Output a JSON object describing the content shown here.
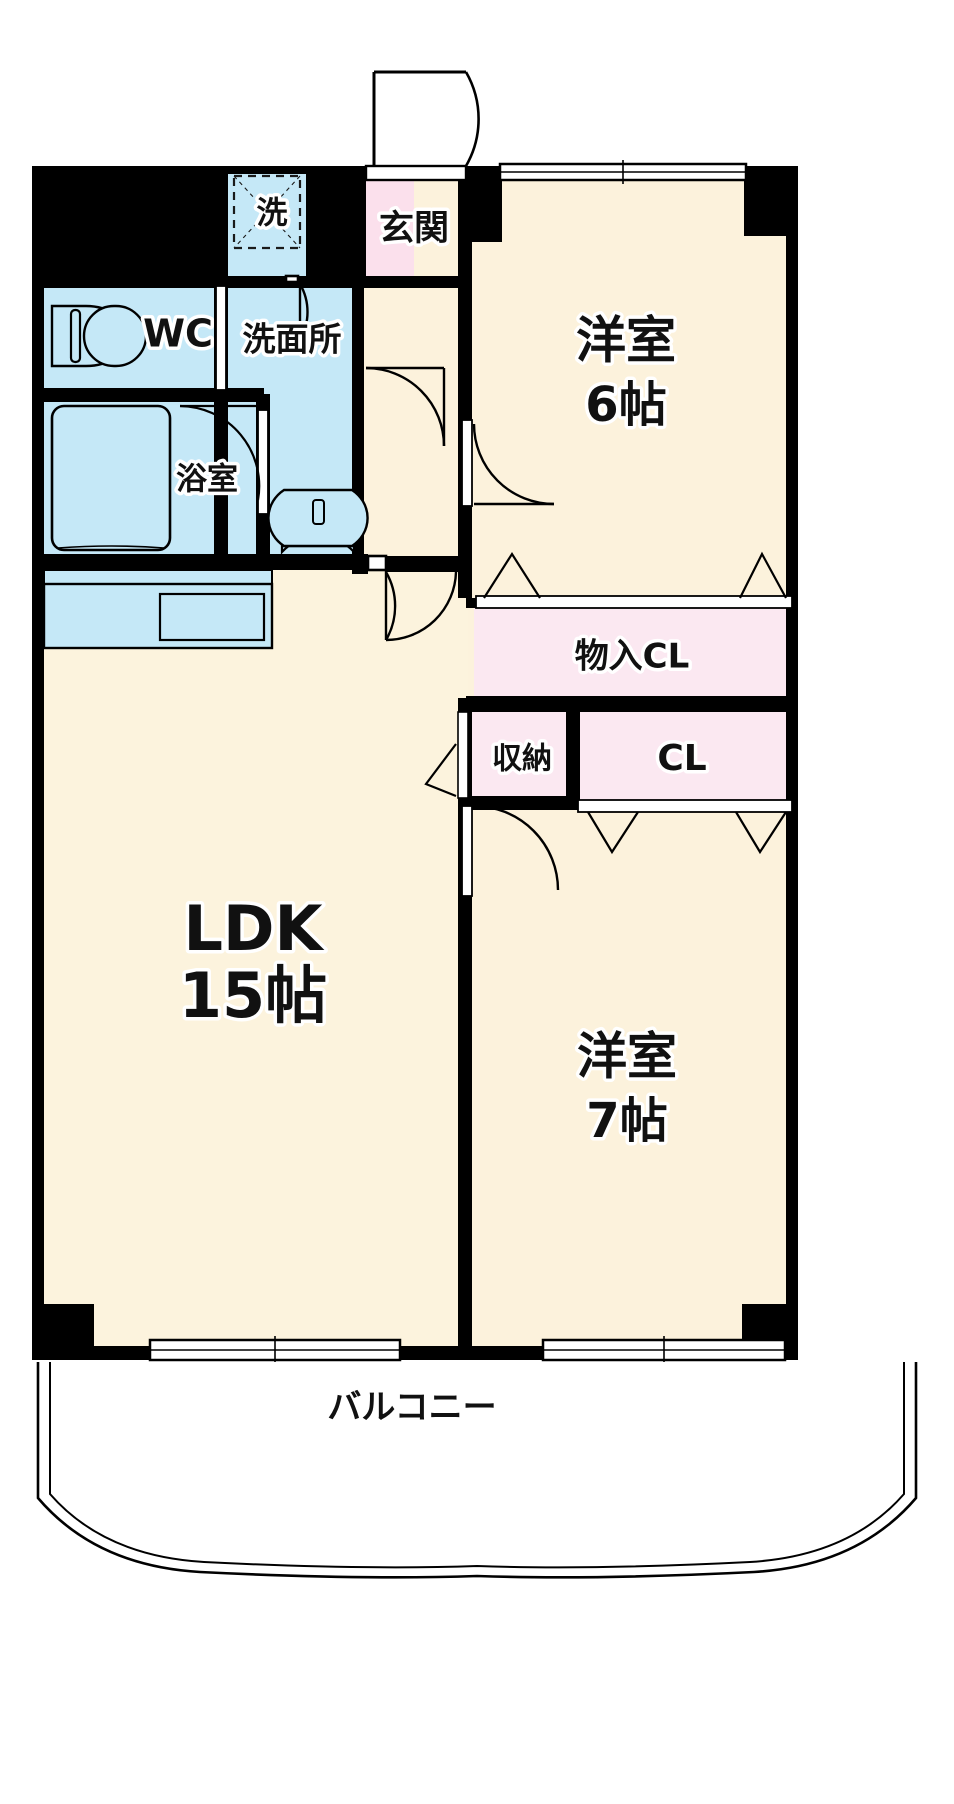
{
  "plan": {
    "type": "japanese-apartment-floor-plan",
    "title": "",
    "layout_code": "2LDK",
    "colors": {
      "wall": "#000000",
      "floor_room": "#FCF2DC",
      "floor_ldk": "#FCF3DD",
      "water_area": "#C5E8F7",
      "closet": "#FBE0EC",
      "closet_light": "#FBE8F1",
      "entry_shoe_box": "#FBE0EC",
      "fixture_line": "#000000",
      "background": "#FFFFFF",
      "label_text": "#111111",
      "label_halo": "#FFFFFF"
    },
    "rooms": [
      {
        "id": "yoshitsu6",
        "label": "洋室",
        "size": "6帖",
        "kind": "western-room",
        "fill": "#FCF2DC"
      },
      {
        "id": "yoshitsu7",
        "label": "洋室",
        "size": "7帖",
        "kind": "western-room",
        "fill": "#FCF2DC"
      },
      {
        "id": "ldk",
        "label": "LDK",
        "size": "15帖",
        "kind": "living-dining-kitchen",
        "fill": "#FCF3DD"
      },
      {
        "id": "genkan",
        "label": "玄関",
        "size": "",
        "kind": "entrance",
        "fill": "#FCF2DC"
      },
      {
        "id": "wc",
        "label": "WC",
        "size": "",
        "kind": "toilet",
        "fill": "#C5E8F7"
      },
      {
        "id": "senmenjo",
        "label": "洗面所",
        "size": "",
        "kind": "washroom",
        "fill": "#C5E8F7"
      },
      {
        "id": "yokushitsu",
        "label": "浴室",
        "size": "",
        "kind": "bathroom",
        "fill": "#C5E8F7"
      },
      {
        "id": "sentaku",
        "label": "洗",
        "size": "",
        "kind": "washing-machine-space",
        "fill": "#C5E8F7"
      },
      {
        "id": "monoire_cl",
        "label": "物入CL",
        "size": "",
        "kind": "storage-closet",
        "fill": "#FBE0EC"
      },
      {
        "id": "shuunou",
        "label": "収納",
        "size": "",
        "kind": "storage",
        "fill": "#FBE0EC"
      },
      {
        "id": "cl",
        "label": "CL",
        "size": "",
        "kind": "closet",
        "fill": "#FBE0EC"
      },
      {
        "id": "balcony",
        "label": "バルコニー",
        "size": "",
        "kind": "balcony",
        "fill": "#FFFFFF"
      }
    ],
    "labels": {
      "yoshitsu6_name": "洋室",
      "yoshitsu6_size": "6帖",
      "yoshitsu7_name": "洋室",
      "yoshitsu7_size": "7帖",
      "ldk_name": "LDK",
      "ldk_size": "15帖",
      "genkan": "玄関",
      "wc": "WC",
      "senmenjo": "洗面所",
      "yokushitsu": "浴室",
      "sentaku": "洗",
      "monoire_cl": "物入CL",
      "shuunou": "収納",
      "cl": "CL",
      "balcony": "バルコニー"
    },
    "fixtures": [
      {
        "name": "toilet-bowl",
        "room": "wc"
      },
      {
        "name": "bathtub",
        "room": "yokushitsu"
      },
      {
        "name": "wash-basin",
        "room": "senmenjo"
      },
      {
        "name": "kitchen-sink",
        "room": "ldk"
      },
      {
        "name": "kitchen-counter",
        "room": "ldk"
      },
      {
        "name": "washer-pan",
        "room": "sentaku"
      }
    ],
    "openings": [
      {
        "name": "entrance-door",
        "type": "hinged-door"
      },
      {
        "name": "genkan-hall-door",
        "type": "hinged-door"
      },
      {
        "name": "yoshitsu6-door",
        "type": "hinged-door"
      },
      {
        "name": "ldk-hall-door",
        "type": "hinged-door"
      },
      {
        "name": "yoshitsu7-door",
        "type": "hinged-door"
      },
      {
        "name": "wc-door",
        "type": "hinged-door"
      },
      {
        "name": "senmenjo-door",
        "type": "hinged-door"
      },
      {
        "name": "bath-door",
        "type": "folding-door"
      },
      {
        "name": "shuunou-door",
        "type": "folding-door"
      },
      {
        "name": "monoire-cl-door",
        "type": "folding-door"
      },
      {
        "name": "cl-door",
        "type": "folding-door"
      },
      {
        "name": "yoshitsu6-window",
        "type": "sliding-window"
      },
      {
        "name": "ldk-balcony-window",
        "type": "sliding-window"
      },
      {
        "name": "yoshitsu7-balcony-window",
        "type": "sliding-window"
      }
    ]
  }
}
